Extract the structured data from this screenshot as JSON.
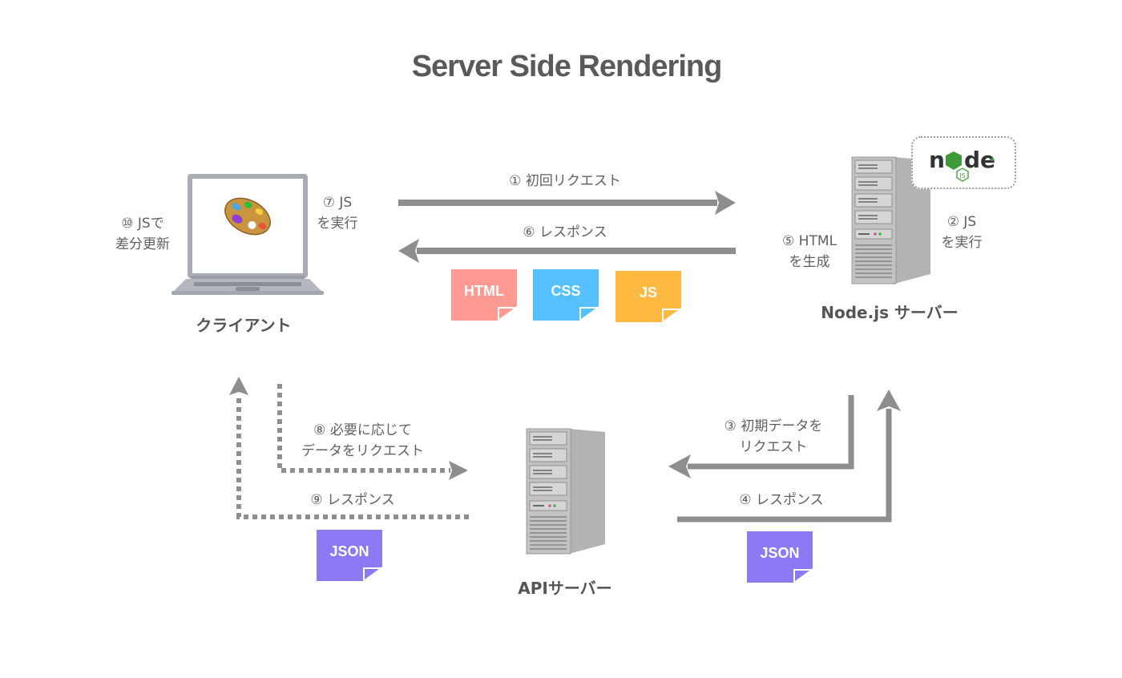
{
  "title": "Server Side Rendering",
  "nodes": {
    "client": {
      "label": "クライアント"
    },
    "node_server": {
      "label": "Node.js サーバー",
      "badge": "node",
      "badge_sub": "JS"
    },
    "api_server": {
      "label": "APIサーバー"
    }
  },
  "steps": {
    "s1": {
      "label": "① 初回リクエスト"
    },
    "s2": {
      "line1": "② JS",
      "line2": "を実行"
    },
    "s3": {
      "line1": "③ 初期データを",
      "line2": "リクエスト"
    },
    "s4": {
      "label": "④ レスポンス"
    },
    "s5": {
      "line1": "⑤ HTML",
      "line2": "を生成"
    },
    "s6": {
      "label": "⑥ レスポンス"
    },
    "s7": {
      "line1": "⑦ JS",
      "line2": "を実行"
    },
    "s8": {
      "line1": "⑧ 必要に応じて",
      "line2": "データをリクエスト"
    },
    "s9": {
      "label": "⑨ レスポンス"
    },
    "s10": {
      "line1": "⑩ JSで",
      "line2": "差分更新"
    }
  },
  "documents": {
    "html": {
      "label": "HTML",
      "color": "#ff9a93"
    },
    "css": {
      "label": "CSS",
      "color": "#56c1ff"
    },
    "js": {
      "label": "JS",
      "color": "#ffb941"
    },
    "json_left": {
      "label": "JSON",
      "color": "#8e79f5"
    },
    "json_right": {
      "label": "JSON",
      "color": "#8e79f5"
    }
  },
  "colors": {
    "arrow": "#8e8e8e",
    "text": "#5a5a5a"
  }
}
